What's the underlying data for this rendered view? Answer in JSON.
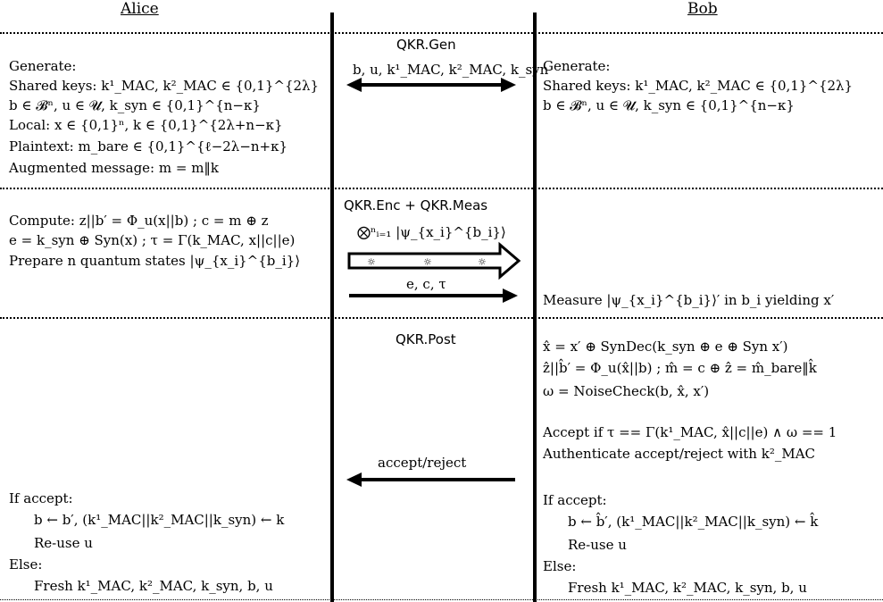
{
  "headers": {
    "alice": "Alice",
    "bob": "Bob"
  },
  "phases": {
    "gen": "QKR.Gen",
    "enc": "QKR.Enc + QKR.Meas",
    "post": "QKR.Post"
  },
  "arrows": {
    "gen_label": "b, u, k¹_MAC, k²_MAC, k_syn",
    "enc_quantum_label": "⨂ⁿᵢ₌₁ |ψ_{x_i}^{b_i}⟩",
    "enc_classical_label": "e, c, τ",
    "post_label": "accept/reject"
  },
  "alice": {
    "gen_lines": [
      "Generate:",
      "Shared keys: k¹_MAC, k²_MAC ∈ {0,1}^{2λ}",
      "b ∈ 𝓑ⁿ, u ∈ 𝓤, k_syn ∈ {0,1}^{n−κ}",
      "Local: x ∈ {0,1}ⁿ, k ∈ {0,1}^{2λ+n−κ}",
      "Plaintext: m_bare ∈ {0,1}^{ℓ−2λ−n+κ}",
      "Augmented message: m = m‖k"
    ],
    "enc_lines": [
      "Compute: z||b′ = Φ_u(x||b) ; c = m ⊕ z",
      "e = k_syn ⊕ Syn(x) ; τ = Γ(k_MAC, x||c||e)",
      "Prepare n quantum states |ψ_{x_i}^{b_i}⟩"
    ],
    "post_lines": [
      "If accept:",
      "b ← b′, (k¹_MAC||k²_MAC||k_syn) ← k",
      "Re-use u",
      "Else:",
      "Fresh k¹_MAC, k²_MAC, k_syn, b, u"
    ]
  },
  "bob": {
    "gen_lines": [
      "Generate:",
      "Shared keys: k¹_MAC, k²_MAC ∈ {0,1}^{2λ}",
      "b ∈ 𝓑ⁿ, u ∈ 𝓤, k_syn ∈ {0,1}^{n−κ}"
    ],
    "enc_lines": [
      "Measure |ψ_{x_i}^{b_i}⟩′ in b_i yielding x′"
    ],
    "post_lines": [
      "x̂ = x′ ⊕ SynDec(k_syn ⊕ e ⊕ Syn x′)",
      "ẑ||b̂′ = Φ_u(x̂||b) ; m̂ = c ⊕ ẑ = m̂_bare‖k̂",
      "ω = NoiseCheck(b, x̂, x′)",
      "Accept if τ == Γ(k¹_MAC, x̂||c||e) ∧ ω == 1",
      "Authenticate accept/reject with k²_MAC",
      "If accept:",
      "b ← b̂′, (k¹_MAC||k²_MAC||k_syn) ← k̂",
      "Re-use u",
      "Else:",
      "Fresh k¹_MAC, k²_MAC, k_syn, b, u"
    ]
  }
}
